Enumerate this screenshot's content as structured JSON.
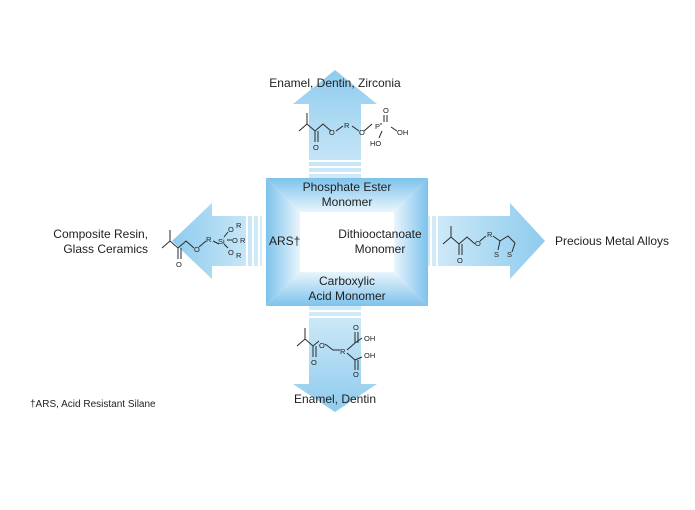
{
  "targets": {
    "top": "Enamel, Dentin, Zirconia",
    "left_line1": "Composite Resin,",
    "left_line2": "Glass Ceramics",
    "right": "Precious Metal Alloys",
    "bottom": "Enamel, Dentin"
  },
  "monomers": {
    "top_line1": "Phosphate Ester",
    "top_line2": "Monomer",
    "left": "ARS†",
    "right_line1": "Dithiooctanoate",
    "right_line2": "Monomer",
    "bottom_line1": "Carboxylic",
    "bottom_line2": "Acid Monomer"
  },
  "footnote": "†ARS, Acid Resistant Silane",
  "structure_labels": {
    "O": "O",
    "R": "R",
    "P": "P",
    "HO": "HO",
    "OH": "OH",
    "Si": "Si",
    "S": "S"
  },
  "colors": {
    "arrow_light": "#eaf5fc",
    "arrow_mid": "#bfe1f5",
    "arrow_dark": "#8ecbee",
    "frame": "#6fb8e6"
  }
}
